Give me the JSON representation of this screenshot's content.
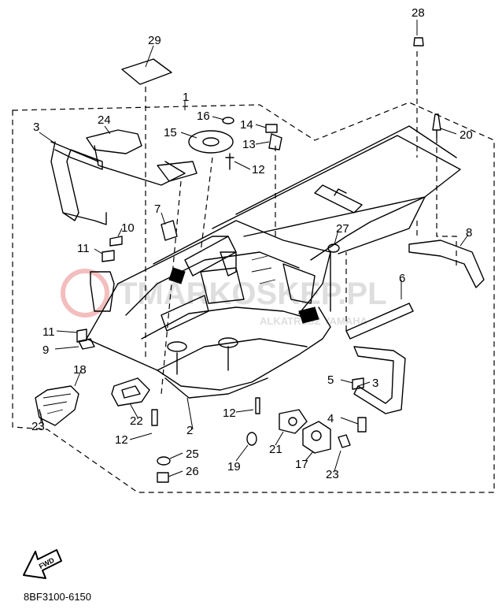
{
  "diagram": {
    "part_code": "8BF3100-6150",
    "fwd_label": "FWD",
    "watermark": {
      "main": "TMARKOSKEP.PL",
      "sub": "ALKATRÉSZ YAMAHA"
    },
    "callouts": [
      "1",
      "2",
      "3",
      "3",
      "4",
      "5",
      "6",
      "7",
      "8",
      "9",
      "10",
      "11",
      "11",
      "12",
      "12",
      "12",
      "12",
      "13",
      "14",
      "15",
      "16",
      "17",
      "18",
      "19",
      "20",
      "21",
      "22",
      "23",
      "23",
      "24",
      "25",
      "26",
      "27",
      "28",
      "29"
    ]
  }
}
